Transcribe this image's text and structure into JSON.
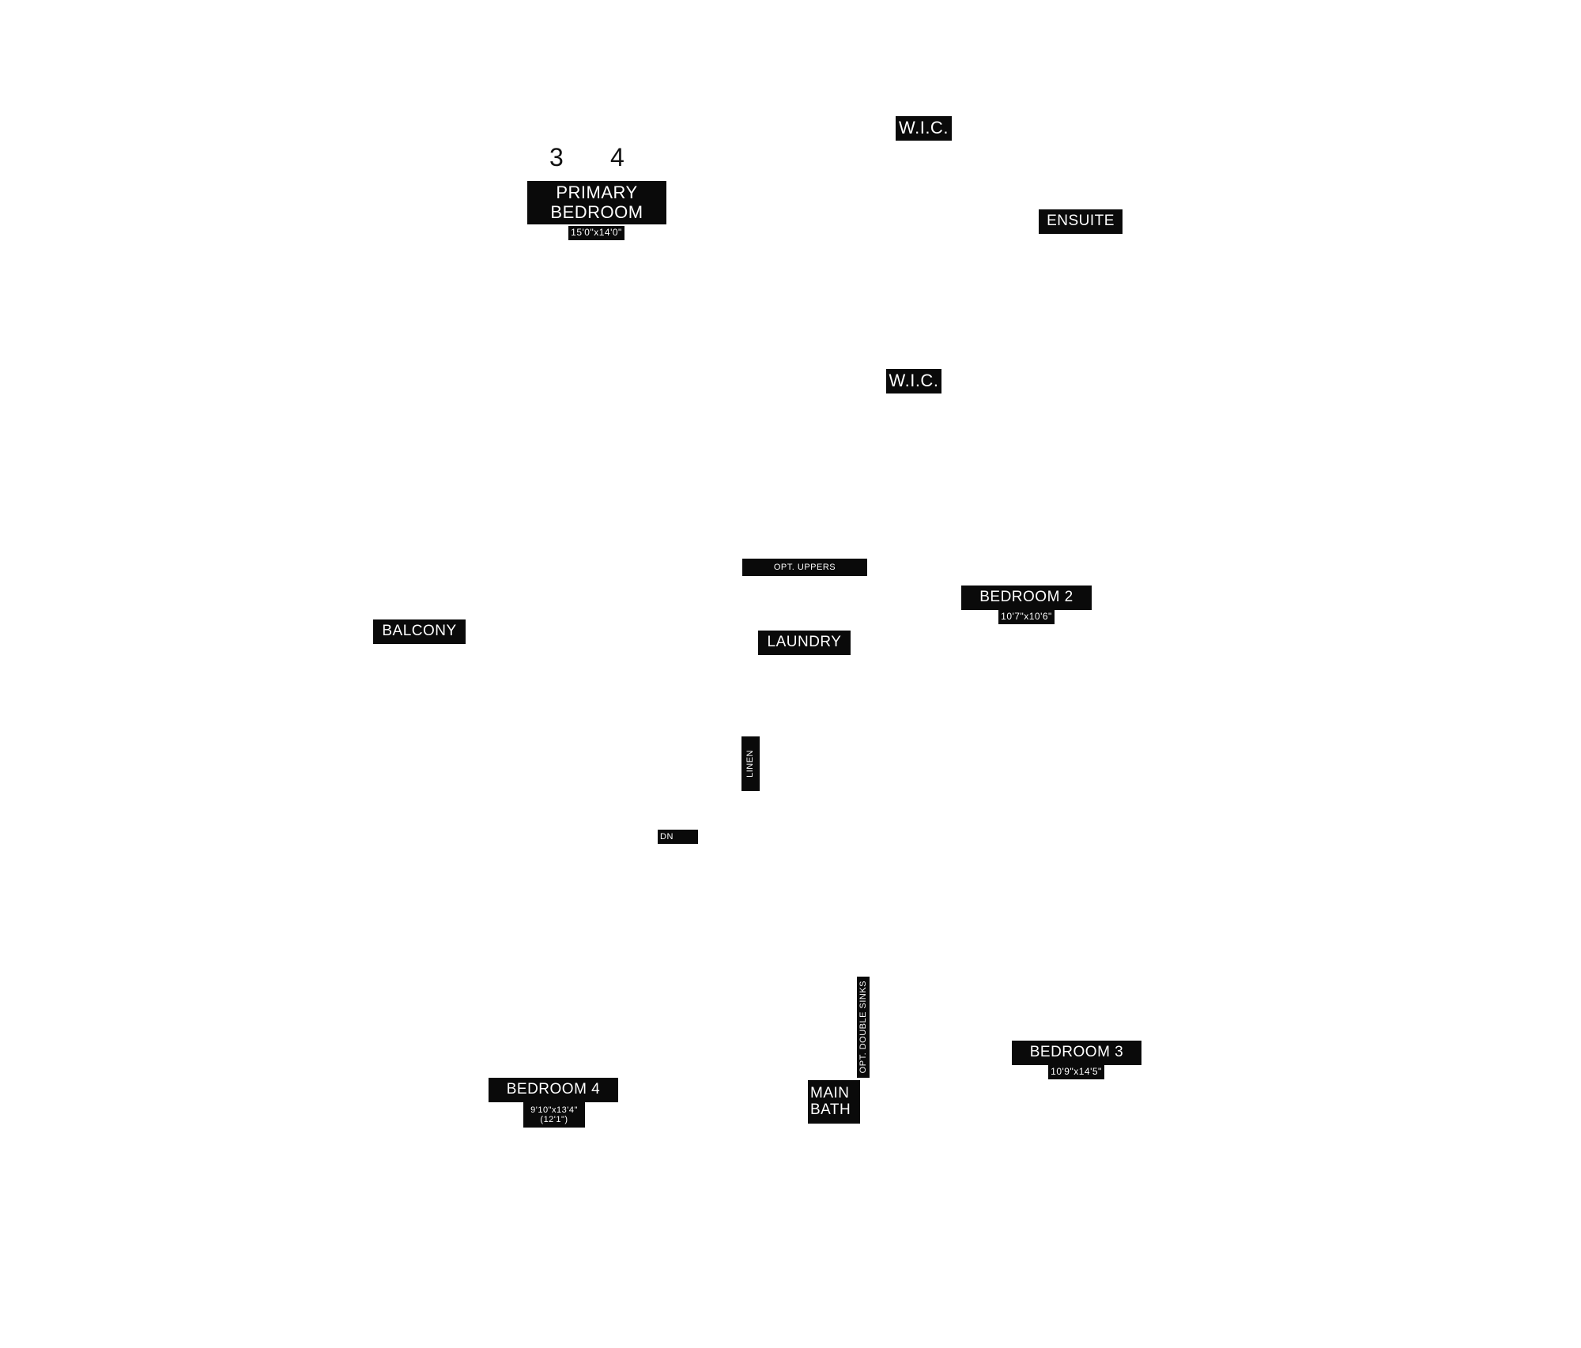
{
  "column_numbers": [
    "3",
    "4"
  ],
  "rooms": {
    "primary_bedroom": {
      "name_line1": "PRIMARY",
      "name_line2": "BEDROOM",
      "dims": "15'0\"x14'0\""
    },
    "wic_1": {
      "name": "W.I.C."
    },
    "ensuite": {
      "name": "ENSUITE"
    },
    "wic_2": {
      "name": "W.I.C."
    },
    "opt_uppers": {
      "name": "OPT. UPPERS"
    },
    "bedroom_2": {
      "name": "BEDROOM 2",
      "dims": "10'7\"x10'6\""
    },
    "balcony": {
      "name": "BALCONY"
    },
    "laundry": {
      "name": "LAUNDRY"
    },
    "linen": {
      "name": "LINEN"
    },
    "dn": {
      "name": "DN"
    },
    "opt_double_sinks": {
      "name": "OPT. DOUBLE SINKS"
    },
    "bedroom_3": {
      "name": "BEDROOM 3",
      "dims": "10'9\"x14'5\""
    },
    "bedroom_4": {
      "name": "BEDROOM 4",
      "dims_line1": "9'10\"x13'4\"",
      "dims_line2": "(12'1\")"
    },
    "main_bath": {
      "name_line1": "MAIN",
      "name_line2": "BATH"
    }
  },
  "colors": {
    "label_bg": "#0a0a0a",
    "label_text": "#ffffff",
    "background": "#ffffff"
  }
}
